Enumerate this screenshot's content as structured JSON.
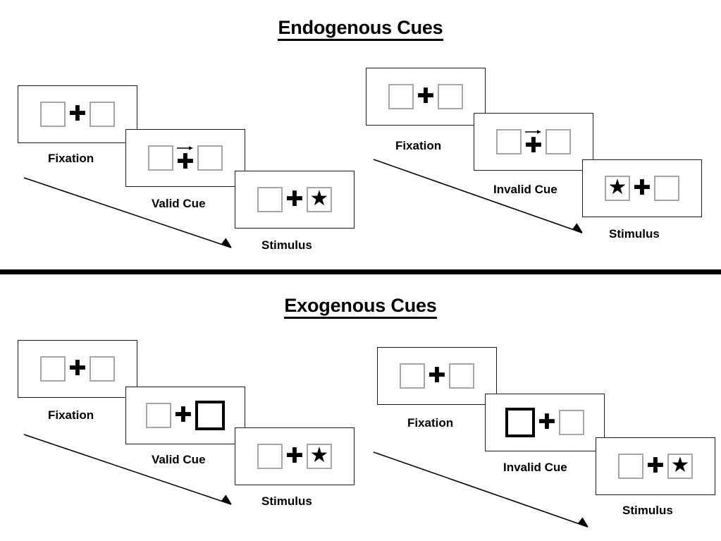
{
  "figure": {
    "title_endogenous": "Endogenous Cues",
    "title_exogenous": "Exogenous Cues"
  },
  "sections": [
    {
      "id": "endogenous",
      "title": "Endogenous Cues",
      "columns": [
        {
          "id": "endogenous-valid",
          "panels": [
            {
              "caption": "Fixation",
              "left_content": "empty",
              "right_content": "empty",
              "cue": "none",
              "cued_side": "none"
            },
            {
              "caption": "Valid Cue",
              "left_content": "empty",
              "right_content": "empty",
              "cue": "arrow-right",
              "cued_side": "right"
            },
            {
              "caption": "Stimulus",
              "left_content": "empty",
              "right_content": "star",
              "cue": "none",
              "cued_side": "none"
            }
          ]
        },
        {
          "id": "endogenous-invalid",
          "panels": [
            {
              "caption": "Fixation",
              "left_content": "empty",
              "right_content": "empty",
              "cue": "none",
              "cued_side": "none"
            },
            {
              "caption": "Invalid Cue",
              "left_content": "empty",
              "right_content": "empty",
              "cue": "arrow-right",
              "cued_side": "right"
            },
            {
              "caption": "Stimulus",
              "left_content": "star",
              "right_content": "empty",
              "cue": "none",
              "cued_side": "none"
            }
          ]
        }
      ]
    },
    {
      "id": "exogenous",
      "title": "Exogenous Cues",
      "columns": [
        {
          "id": "exogenous-valid",
          "panels": [
            {
              "caption": "Fixation",
              "left_content": "empty",
              "right_content": "empty",
              "cue": "none",
              "cued_side": "none"
            },
            {
              "caption": "Valid Cue",
              "left_content": "empty",
              "right_content": "empty",
              "cue": "box-flash",
              "cued_side": "right"
            },
            {
              "caption": "Stimulus",
              "left_content": "empty",
              "right_content": "star",
              "cue": "none",
              "cued_side": "none"
            }
          ]
        },
        {
          "id": "exogenous-invalid",
          "panels": [
            {
              "caption": "Fixation",
              "left_content": "empty",
              "right_content": "empty",
              "cue": "none",
              "cued_side": "none"
            },
            {
              "caption": "Invalid Cue",
              "left_content": "empty",
              "right_content": "empty",
              "cue": "box-flash",
              "cued_side": "left"
            },
            {
              "caption": "Stimulus",
              "left_content": "empty",
              "right_content": "star",
              "cue": "none",
              "cued_side": "none"
            }
          ]
        }
      ]
    }
  ],
  "glyphs": {
    "fixation_cross": "✚",
    "star": "★"
  },
  "colors": {
    "ink": "#000000",
    "panel_border": "#1a1a1a",
    "box_border": "#a6a6a6",
    "cued_box_border": "#000000",
    "background": "#ffffff"
  }
}
